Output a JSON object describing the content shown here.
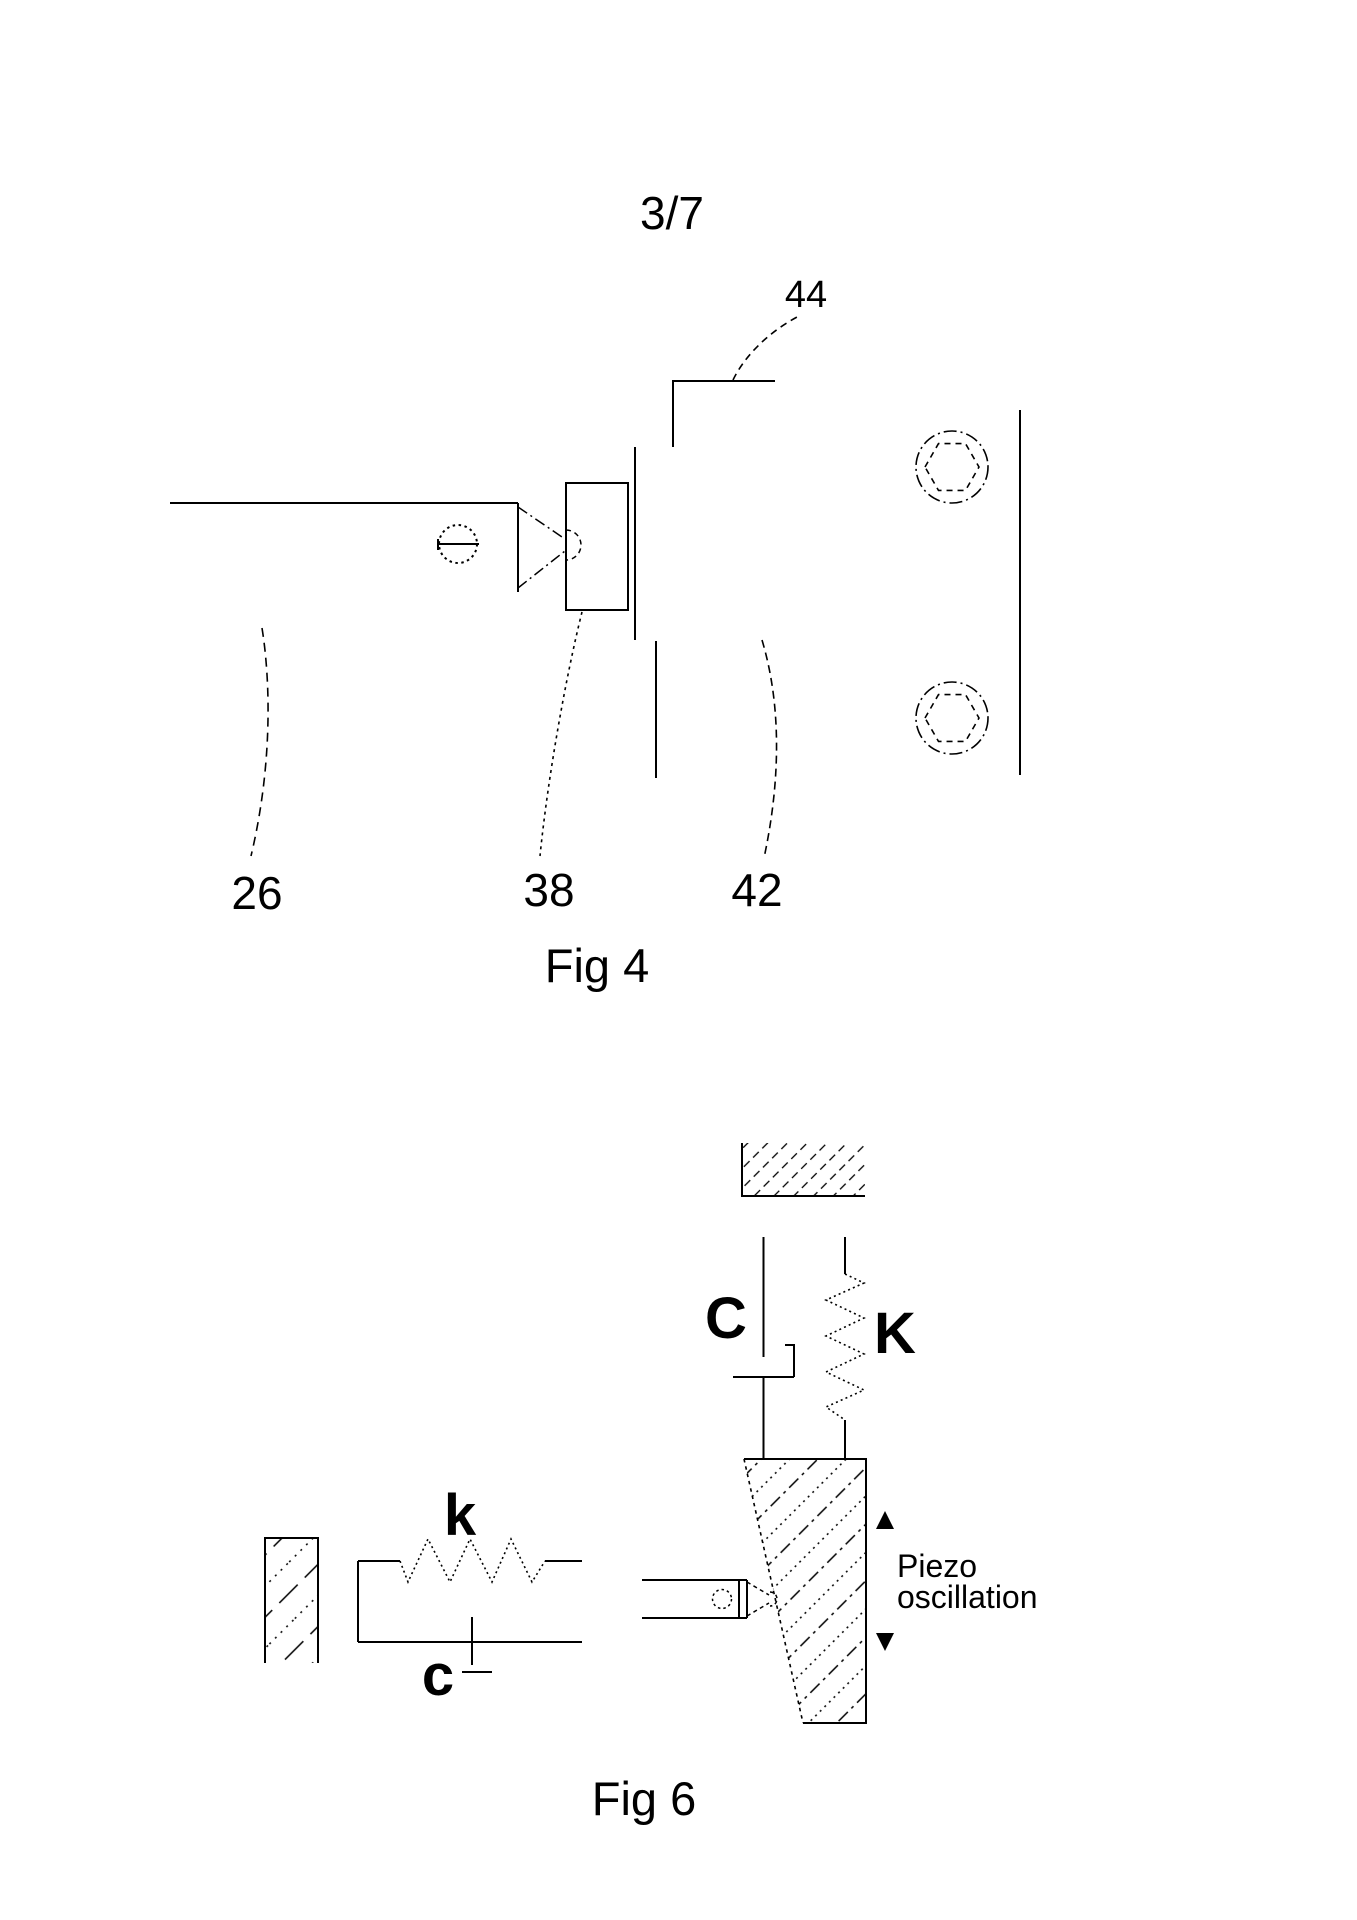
{
  "page": {
    "number": "3/7",
    "ink": "#000000",
    "paper": "#ffffff"
  },
  "fig4": {
    "caption": "Fig 4",
    "ref_labels": {
      "26": "26",
      "38": "38",
      "42": "42",
      "44": "44"
    }
  },
  "fig6": {
    "caption": "Fig 6",
    "upper_damper_label": "C",
    "upper_spring_label": "K",
    "lower_spring_label": "k",
    "lower_damper_label": "c",
    "piezo_annotation_line1": "Piezo",
    "piezo_annotation_line2": "oscillation"
  }
}
